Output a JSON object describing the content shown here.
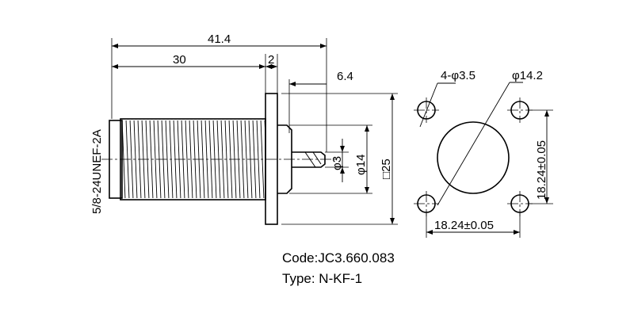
{
  "dimensions": {
    "overall_length": "41.4",
    "body_length": "30",
    "flange_thickness": "2",
    "pin_extension": "6.4",
    "thread_spec": "5/8-24UNEF-2A",
    "pin_diameter": "φ3",
    "insulator_diameter": "φ14",
    "flange_square": "□25",
    "mount_holes": "4-φ3.5",
    "center_hole_diameter": "φ14.2",
    "hole_spacing_vertical": "18.24±0.05",
    "hole_spacing_horizontal": "18.24±0.05"
  },
  "part_info": {
    "code": "Code:JC3.660.083",
    "type": "Type: N-KF-1"
  }
}
